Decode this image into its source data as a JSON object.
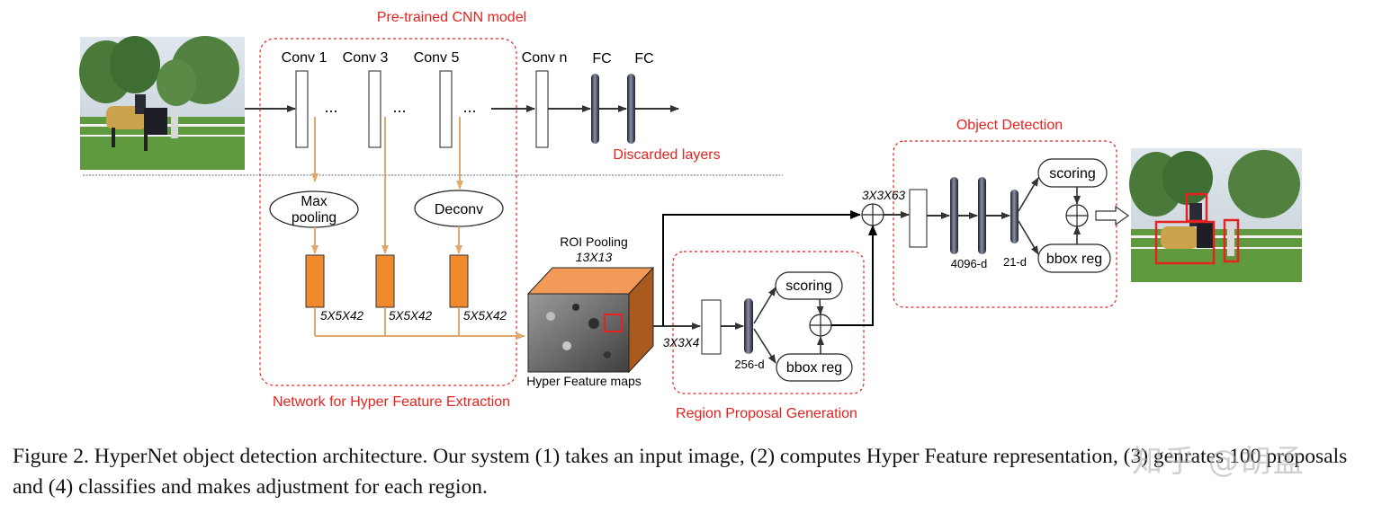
{
  "regions": {
    "pretrained": "Pre-trained CNN model",
    "hyper_extraction": "Network for Hyper Feature Extraction",
    "region_proposal": "Region Proposal Generation",
    "object_detection": "Object Detection",
    "discarded": "Discarded layers"
  },
  "layers": {
    "conv1": "Conv 1",
    "conv3": "Conv 3",
    "conv5": "Conv 5",
    "convn": "Conv n",
    "fc1": "FC",
    "fc2": "FC",
    "dots": "...",
    "maxpool_line1": "Max",
    "maxpool_line2": "pooling",
    "deconv": "Deconv"
  },
  "sizes": {
    "s1": "5X5X42",
    "s2": "5X5X42",
    "s3": "5X5X42",
    "rpn_in": "3X3X4",
    "det_in": "3X3X63",
    "d256": "256-d",
    "d4096": "4096-d",
    "d21": "21-d"
  },
  "roi": {
    "title": "ROI Pooling",
    "size": "13X13",
    "caption": "Hyper Feature maps"
  },
  "heads": {
    "rpn_scoring": "scoring",
    "rpn_bbox": "bbox reg",
    "det_scoring": "scoring",
    "det_bbox": "bbox reg"
  },
  "caption": "Figure 2. HyperNet object detection architecture.  Our system (1) takes an input image, (2) computes Hyper Feature representation, (3) genrates 100 proposals and (4) classifies and makes adjustment for each region.",
  "watermark": "知乎 @胡孟",
  "colors": {
    "region_red": "#e4231f",
    "hyper_orange": "#f08a2c",
    "connector_orange": "#e0a86a"
  }
}
